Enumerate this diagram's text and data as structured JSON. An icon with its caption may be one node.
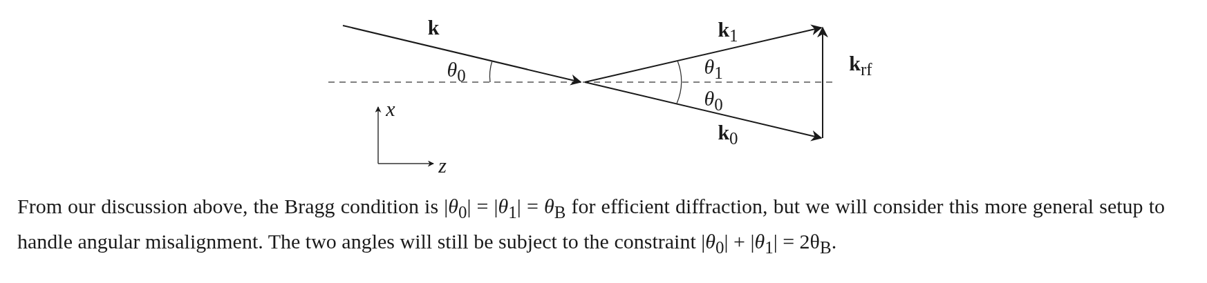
{
  "diagram": {
    "labels": [
      "k",
      "*θ*$_{0}$",
      "**k**$_{1}$",
      "*θ*$_{1}$",
      "*θ*$_{0}$",
      "**k**$_{0}$",
      "**k**$_{rf}$",
      "*x*",
      "*z*",
      "From our discussion above, the Bragg condition is |*θ*$_{0}$| = |*θ*$_{1}$| = *θ*$_{B}$ for efficient diffraction, but we will consider this more general setup to handle angular misalignment. The two angles will still be subject to the constraint |*θ*$_{0}$| + |*θ*$_{1}$| = 2θ$_{B}$."
    ]
  }
}
